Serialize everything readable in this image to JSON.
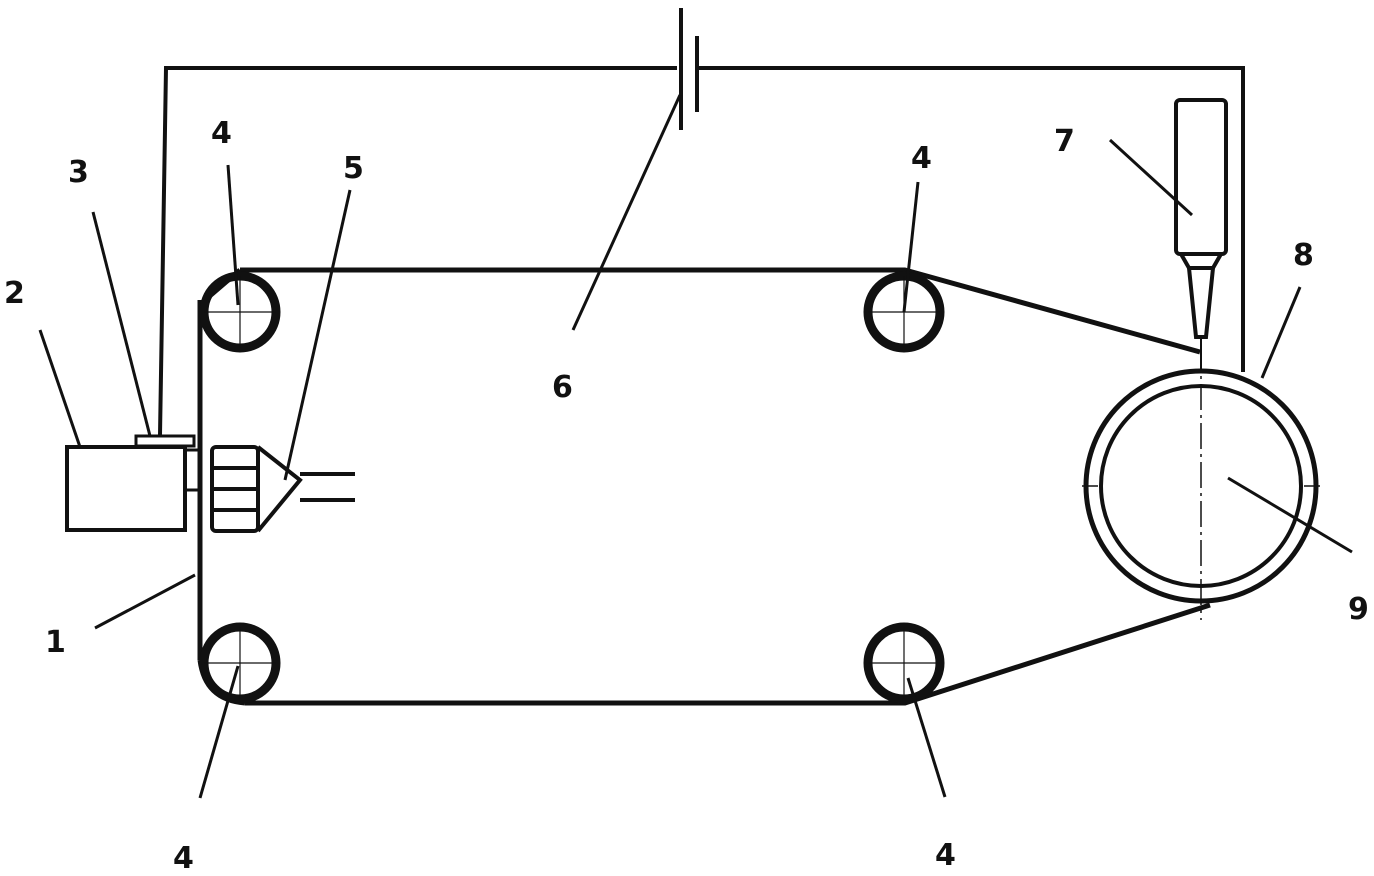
{
  "labels": {
    "belt": "1",
    "box": "2",
    "bracket": "3",
    "roller_top_left": "4",
    "roller_top_right": "4",
    "roller_bottom_left": "4",
    "roller_bottom_right": "4",
    "nozzle_assembly": "5",
    "power_source": "6",
    "torch": "7",
    "outer_ring": "8",
    "drum": "9"
  },
  "colors": {
    "line": "#111111",
    "background": "#ffffff"
  }
}
